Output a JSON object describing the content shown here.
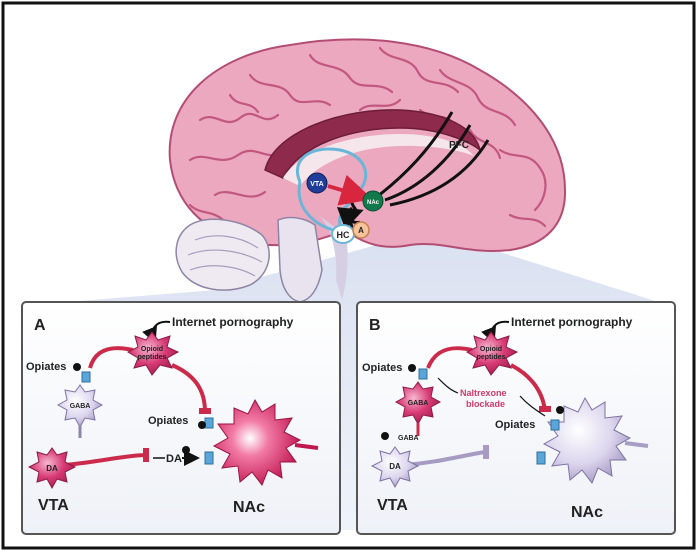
{
  "brain": {
    "labels": {
      "pfc": "PFC",
      "vta": "VTA",
      "nac": "NAc",
      "hc": "HC",
      "a": "A"
    }
  },
  "panel_a": {
    "letter": "A",
    "trigger": "Internet pornography",
    "opioid_line1": "Opioid",
    "opioid_line2": "peptides",
    "opiates_top": "Opiates",
    "opiates_bottom": "Opiates",
    "gaba": "GABA",
    "da_cell": "DA",
    "da_arrow": "DA",
    "vta": "VTA",
    "nac": "NAc"
  },
  "panel_b": {
    "letter": "B",
    "trigger": "Internet pornography",
    "opioid_line1": "Opioid",
    "opioid_line2": "peptides",
    "opiates_top": "Opiates",
    "opiates_right": "Opiates",
    "gaba_cell": "GABA",
    "gaba_small": "GABA",
    "da_cell": "DA",
    "blockade_line1": "Naltrexone",
    "blockade_line2": "blockade",
    "vta": "VTA",
    "nac": "NAc"
  },
  "colors": {
    "brain_pink": "#e9a7bd",
    "sulci": "#c45b82",
    "cell_magenta": "#d0336e",
    "blockade_text": "#d23a6a",
    "panel_border": "#555555",
    "frame": "#111111"
  }
}
